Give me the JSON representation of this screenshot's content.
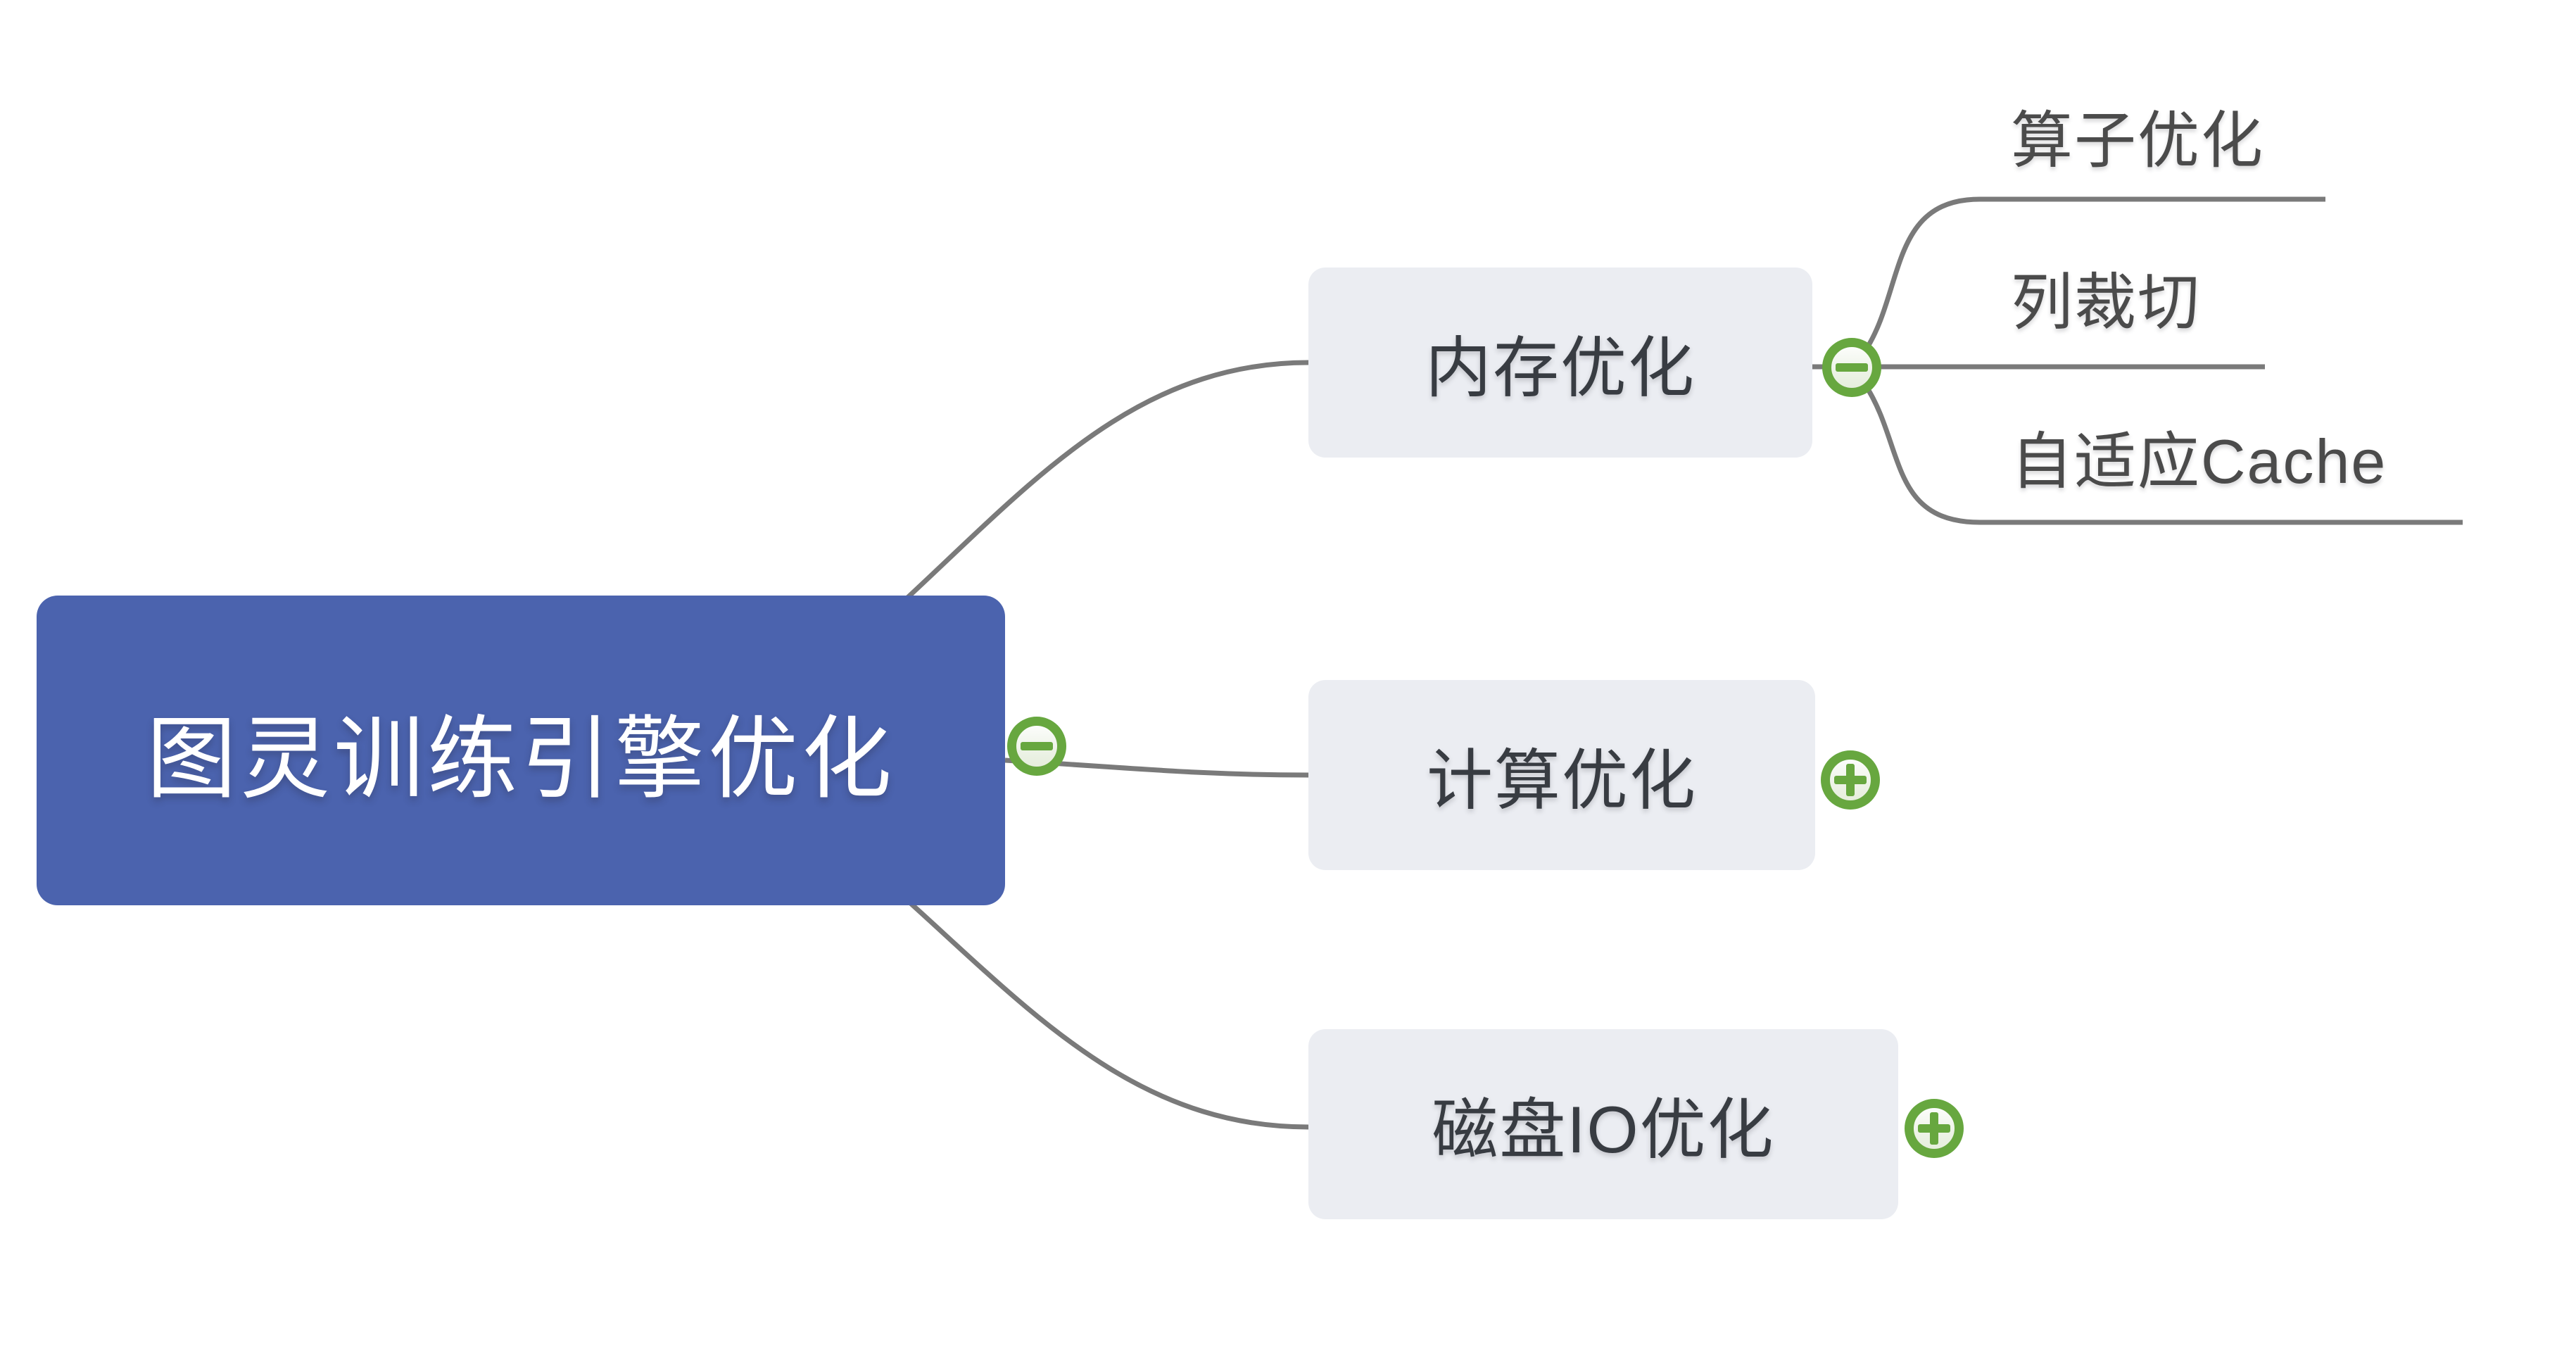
{
  "app": {
    "type": "mindmap-editor"
  },
  "colors": {
    "canvas_bg": "#ffffff",
    "root_node_bg": "#4b63ae",
    "root_node_text": "#ffffff",
    "branch_node_bg": "#ebedf2",
    "branch_node_text": "#383c42",
    "leaf_text": "#4b4b4b",
    "connector_line": "#7a7a7a",
    "toggle_green": "#67a73f"
  },
  "mindmap": {
    "root": {
      "label": "图灵训练引擎优化",
      "toggle_state": "expanded-minus"
    },
    "branches": [
      {
        "label": "内存优化",
        "toggle_state": "expanded-minus",
        "children": [
          {
            "label": "算子优化"
          },
          {
            "label": "列裁切"
          },
          {
            "label": "自适应Cache"
          }
        ]
      },
      {
        "label": "计算优化",
        "toggle_state": "collapsed-plus",
        "children": []
      },
      {
        "label": "磁盘IO优化",
        "toggle_state": "collapsed-plus",
        "children": []
      }
    ]
  }
}
